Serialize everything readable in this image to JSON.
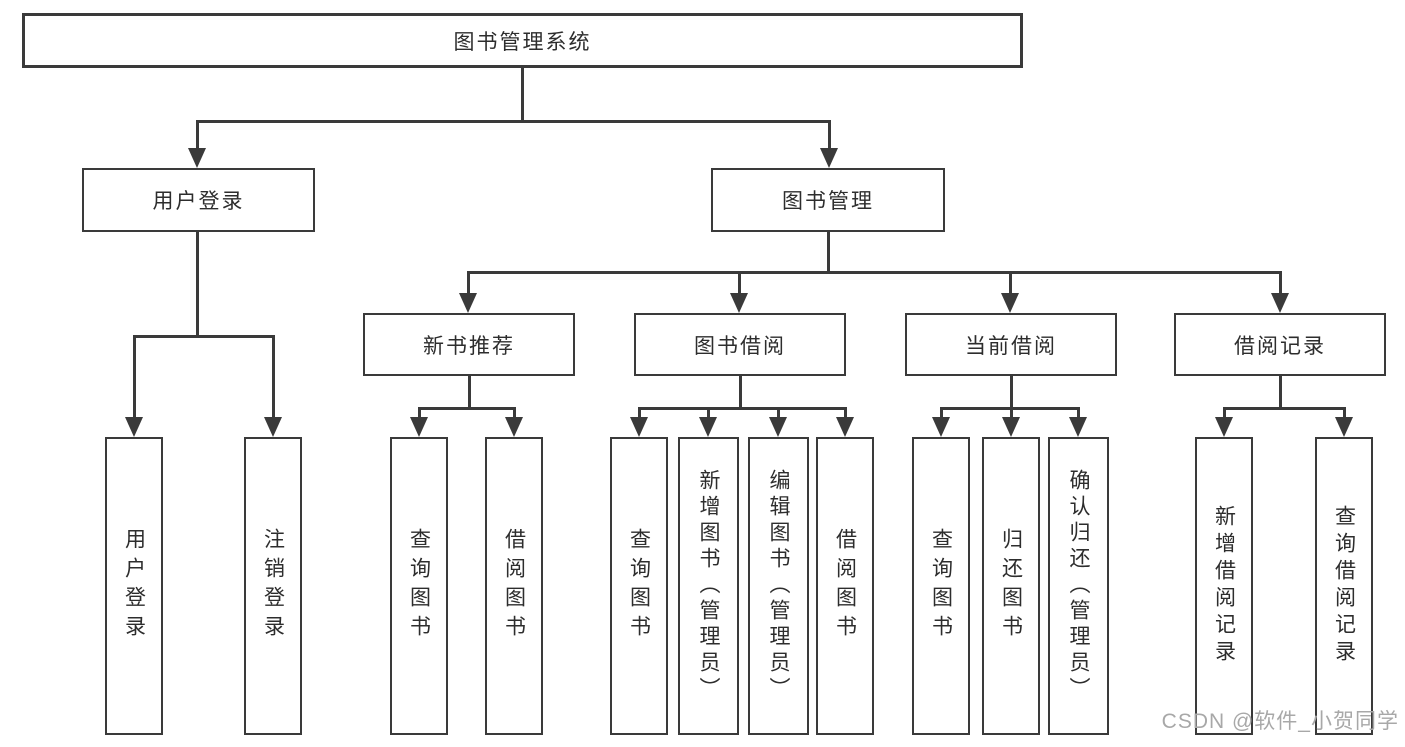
{
  "diagram": {
    "title": "图书管理系统",
    "nodes": {
      "root": "图书管理系统",
      "level2": [
        "用户登录",
        "图书管理"
      ],
      "level3": [
        "新书推荐",
        "图书借阅",
        "当前借阅",
        "借阅记录"
      ],
      "leaves_user_login": [
        "用户登录",
        "注销登录"
      ],
      "leaves_new_book": [
        "查询图书",
        "借阅图书"
      ],
      "leaves_book_borrow": [
        "查询图书",
        "新增图书（管理员）",
        "编辑图书（管理员）",
        "借阅图书"
      ],
      "leaves_current_borrow": [
        "查询图书",
        "归还图书",
        "确认归还（管理员）"
      ],
      "leaves_borrow_record": [
        "新增借阅记录",
        "查询借阅记录"
      ]
    },
    "colors": {
      "line": "#3a3a3a",
      "text": "#2d2d2d",
      "watermark": "#a8a8a8",
      "background": "#ffffff"
    },
    "watermark": "CSDN @软件_小贺同学"
  }
}
